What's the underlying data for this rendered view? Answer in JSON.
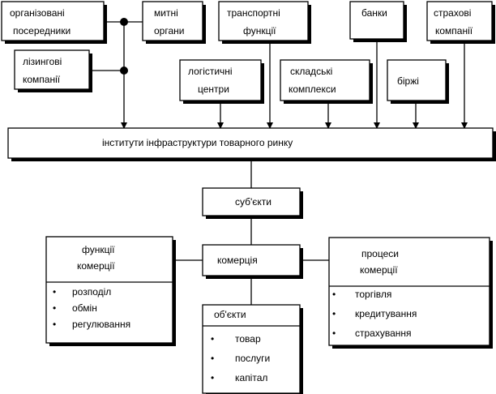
{
  "nodes": {
    "intermediaries": {
      "lines": [
        "організовані",
        "посередники"
      ]
    },
    "customs": {
      "lines": [
        "митні",
        "органи"
      ]
    },
    "transport": {
      "lines": [
        "транспортні",
        "функції"
      ]
    },
    "banks": {
      "lines": [
        "банки"
      ]
    },
    "insurance": {
      "lines": [
        "страхові",
        "компанії"
      ]
    },
    "leasing": {
      "lines": [
        "лізингові",
        "компанії"
      ]
    },
    "logistics": {
      "lines": [
        "логістичні",
        "центри"
      ]
    },
    "warehouses": {
      "lines": [
        "складські",
        "комплекси"
      ]
    },
    "exchanges": {
      "lines": [
        "біржі"
      ]
    },
    "institutes": {
      "lines": [
        "інститути інфраструктури товарного ринку"
      ]
    },
    "subjects": {
      "lines": [
        "суб'єкти"
      ]
    },
    "commerce": {
      "lines": [
        "комерція"
      ]
    },
    "functions": {
      "title": [
        "функції",
        "комерції"
      ],
      "bullets": [
        "розподіл",
        "обмін",
        "регулювання"
      ]
    },
    "processes": {
      "title": [
        "процеси",
        "комерції"
      ],
      "bullets": [
        "торгівля",
        "кредитування",
        "страхування"
      ]
    },
    "objects": {
      "title": [
        "об'єкти"
      ],
      "bullets": [
        "товар",
        "послуги",
        "капітал"
      ]
    }
  },
  "bullet_symbol": "•"
}
